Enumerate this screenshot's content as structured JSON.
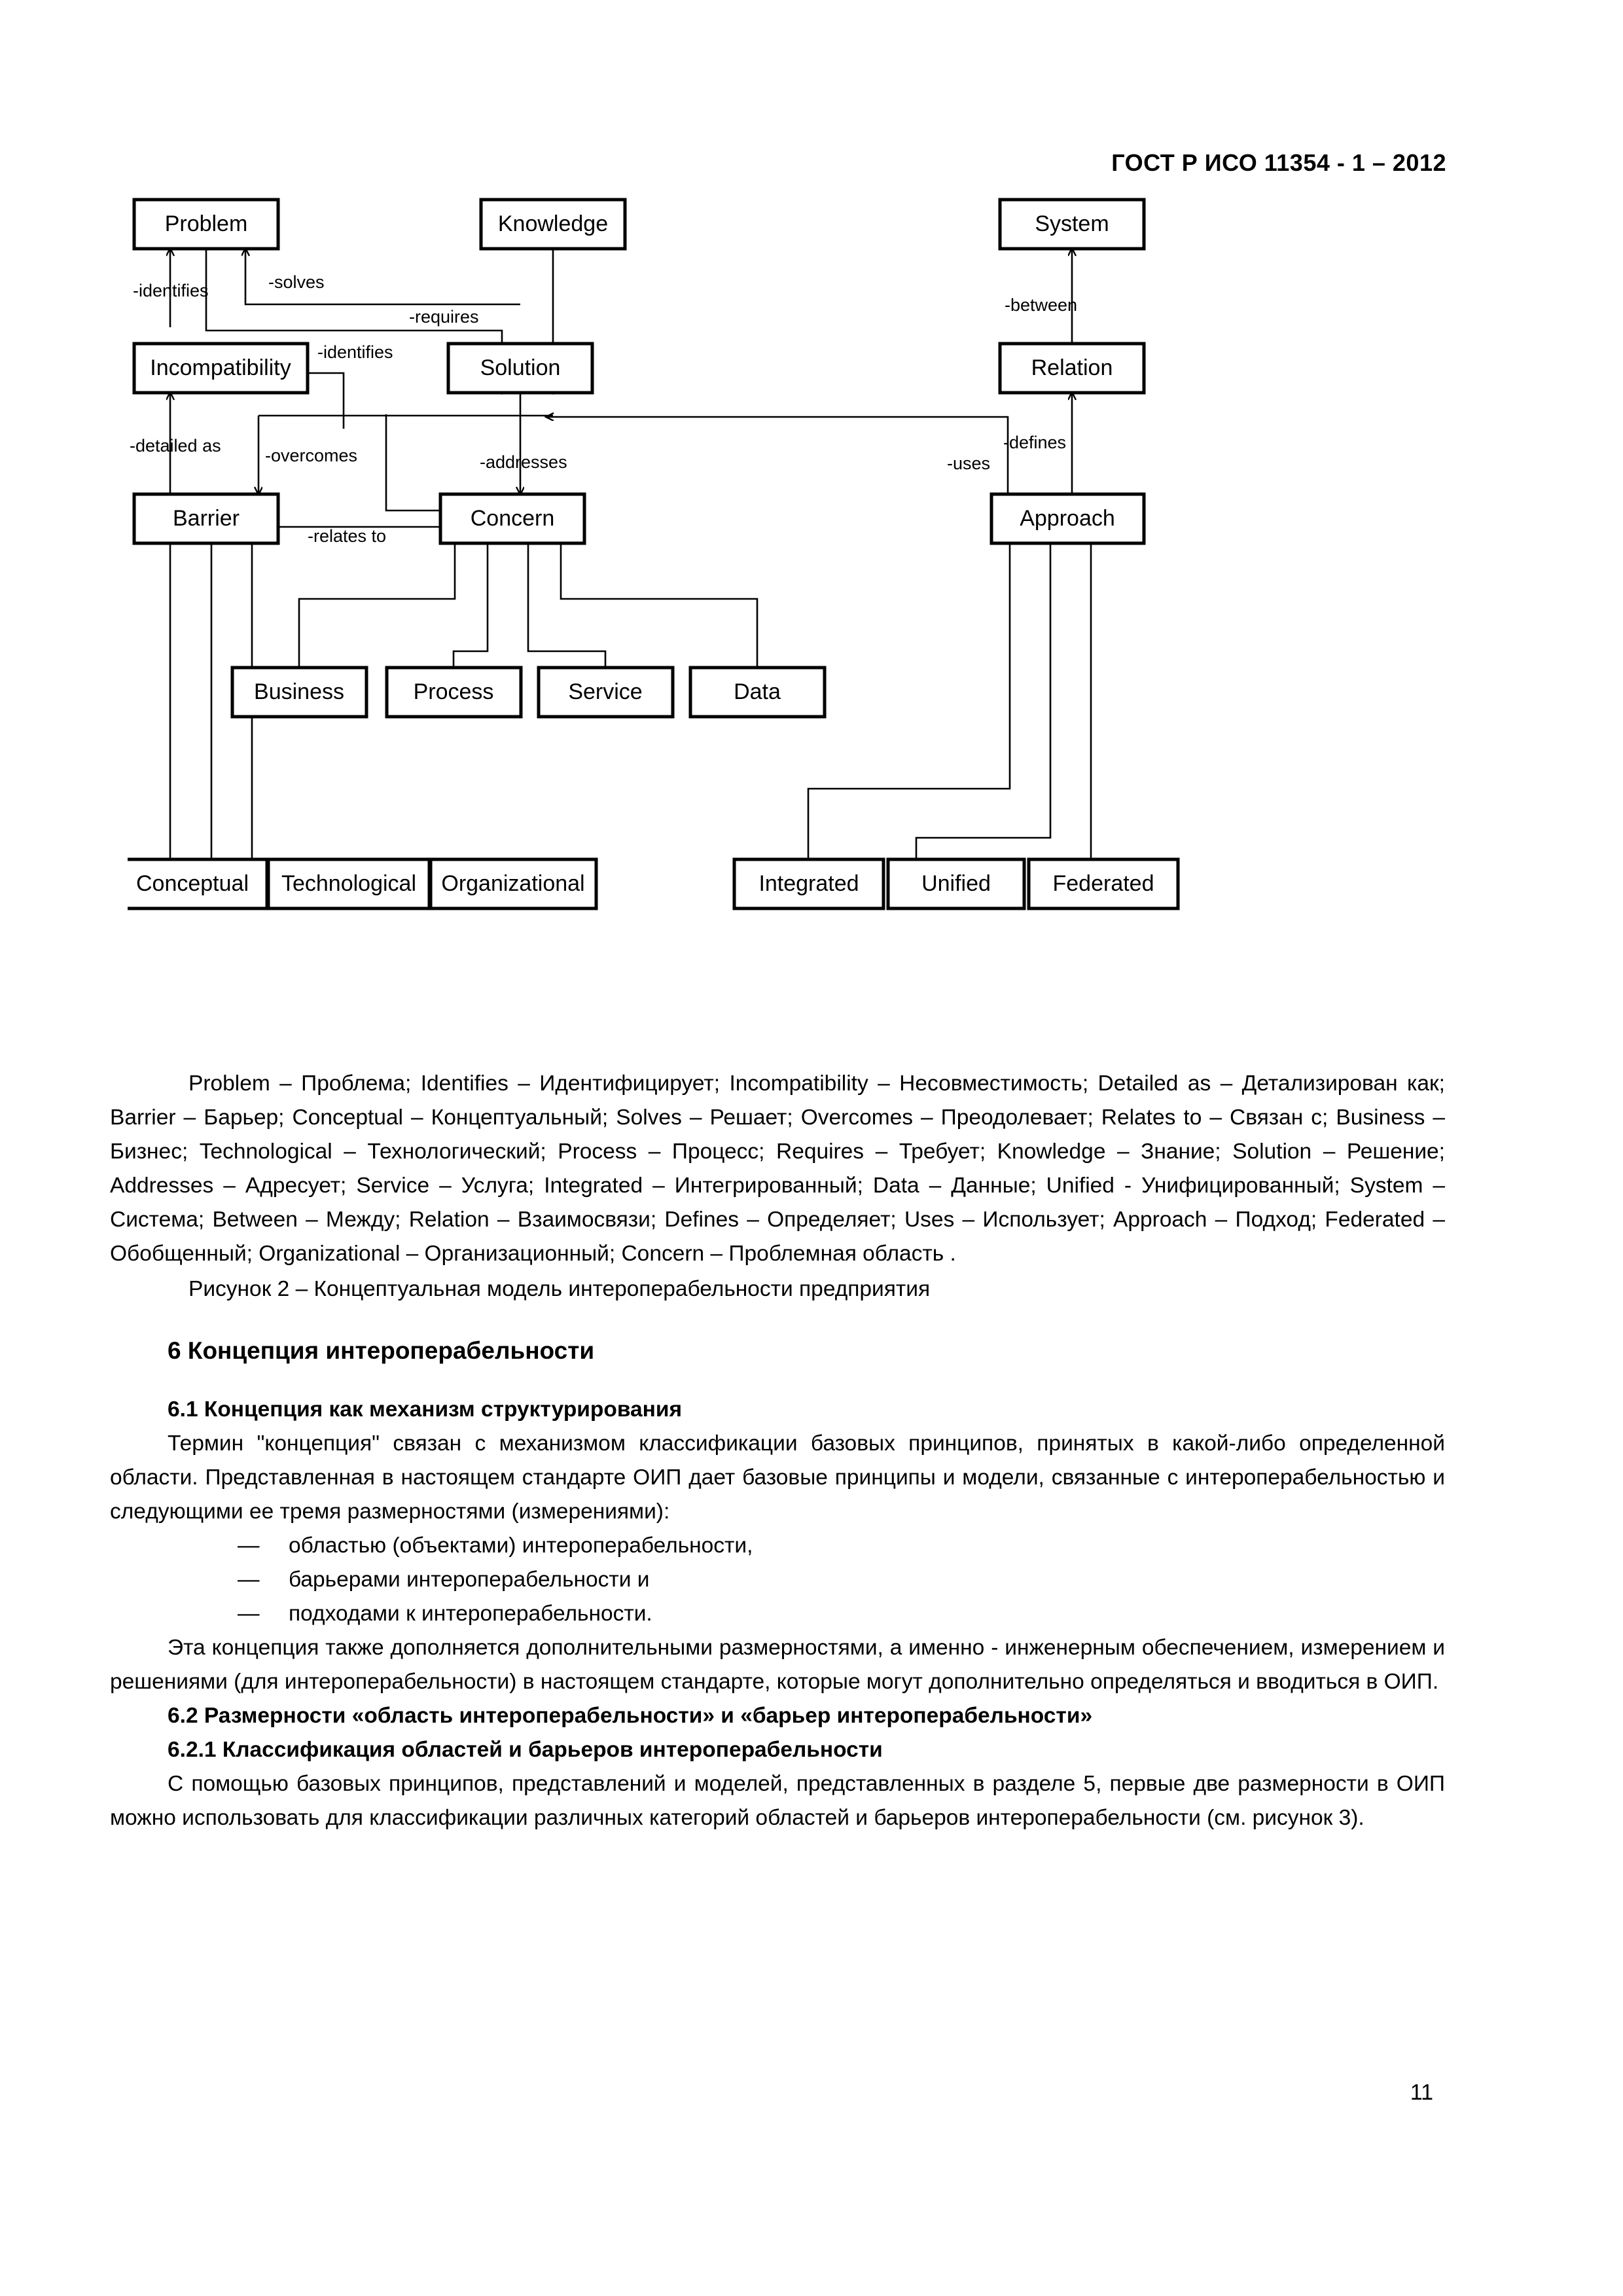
{
  "header": {
    "standard_id": "ГОСТ Р ИСО 11354 - 1 – 2012"
  },
  "page_number": "11",
  "figure": {
    "boxes": {
      "problem": "Problem",
      "knowledge": "Knowledge",
      "system": "System",
      "incompatibility": "Incompatibility",
      "solution": "Solution",
      "relation": "Relation",
      "barrier": "Barrier",
      "concern": "Concern",
      "approach": "Approach",
      "business": "Business",
      "process": "Process",
      "service": "Service",
      "data": "Data",
      "conceptual": "Conceptual",
      "technological": "Technological",
      "organizational": "Organizational",
      "integrated": "Integrated",
      "unified": "Unified",
      "federated": "Federated"
    },
    "labels": {
      "identifies_problem": "-identifies",
      "solves": "-solves",
      "requires": "-requires",
      "between": "-between",
      "identifies_incompat": "-identifies",
      "detailed_as": "-detailed as",
      "overcomes": "-overcomes",
      "addresses": "-addresses",
      "defines": "-defines",
      "uses": "-uses",
      "relates_to": "-relates to"
    }
  },
  "legend": {
    "text": "Problem – Проблема; Identifies – Идентифицирует; Incompatibility – Несовместимость; Detailed as – Детализирован как; Barrier – Барьер; Conceptual – Концептуальный; Solves – Решает; Overcomes – Преодолевает; Relates to – Связан с; Business – Бизнес; Technological – Технологический; Process – Процесс; Requires – Требует; Knowledge – Знание; Solution – Решение; Addresses – Адресует; Service – Услуга; Integrated – Интегрированный; Data – Данные; Unified - Унифицированный; System – Система; Between – Между; Relation – Взаимосвязи; Defines – Определяет; Uses – Использует; Approach – Подход; Federated – Обобщенный; Organizational – Организационный; Concern – Проблемная область ."
  },
  "figure_caption": "Рисунок 2 – Концептуальная модель интероперабельности предприятия",
  "sections": {
    "s6_title": "6 Концепция интероперабельности",
    "s61_title": "6.1 Концепция как механизм структурирования",
    "s61_p1": "Термин \"концепция\" связан с механизмом классификации базовых принципов, принятых в какой-либо определенной области. Представленная в настоящем стандарте ОИП дает базовые принципы и модели, связанные с интероперабельностью и следующими ее тремя размерностями (измерениями):",
    "s61_bullets": [
      "областью (объектами) интероперабельности,",
      "барьерами интероперабельности и",
      "подходами к интероперабельности."
    ],
    "bullet_dash": "—",
    "s61_p2": "Эта концепция также дополняется дополнительными размерностями, а именно - инженерным обеспечением, измерением и решениями (для интероперабельности) в настоящем стандарте, которые могут дополнительно определяться и вводиться в ОИП.",
    "s62_title": "6.2 Размерности «область интероперабельности» и «барьер интероперабельности»",
    "s621_title": "6.2.1 Классификация областей и барьеров интероперабельности",
    "s621_p1": "С помощью базовых принципов, представлений и моделей, представленных в разделе 5, первые две размерности в ОИП можно использовать для классификации различных категорий областей и барьеров интероперабельности (см. рисунок 3)."
  }
}
